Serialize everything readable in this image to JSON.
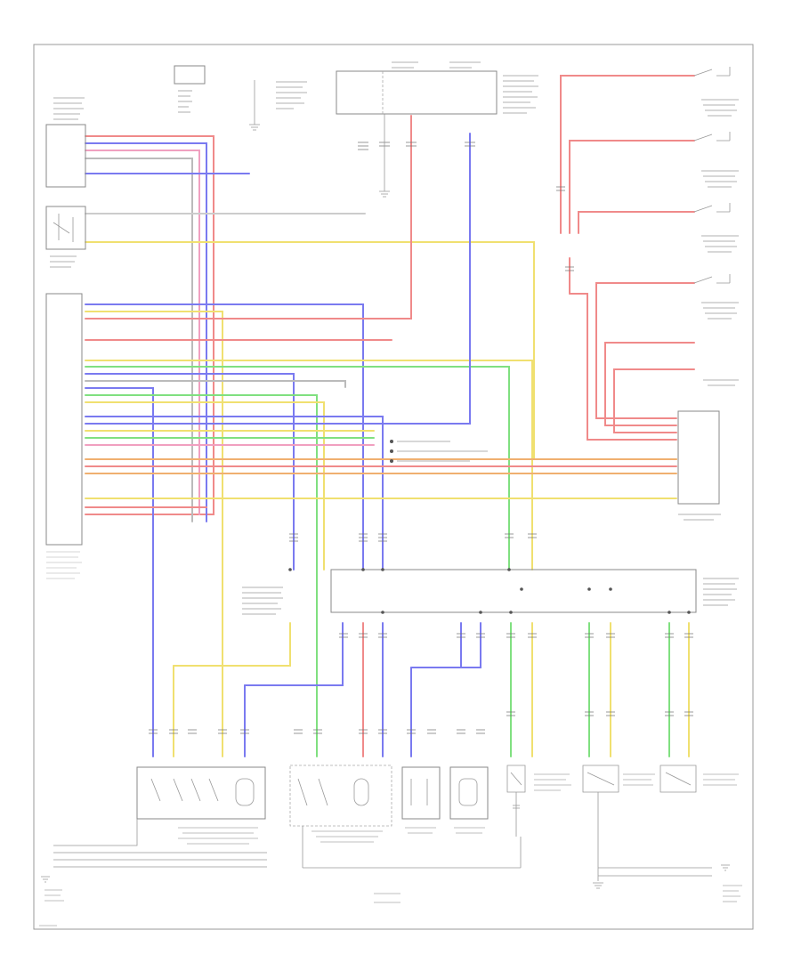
{
  "diagram": {
    "figure_id": "",
    "legend": {
      "items": [
        {
          "dot_color": "#555555",
          "text": ""
        },
        {
          "dot_color": "#555555",
          "text": ""
        },
        {
          "dot_color": "#555555",
          "text": ""
        }
      ],
      "footnotes": [
        "",
        ""
      ]
    },
    "components": [
      {
        "key": "occupant_sensor",
        "label": "",
        "kind": "box"
      },
      {
        "key": "seat_switch",
        "label": "",
        "kind": "switch"
      },
      {
        "key": "connector_block",
        "label": "",
        "kind": "connector"
      },
      {
        "key": "junction_block",
        "label": "",
        "kind": "box"
      },
      {
        "key": "srs_control",
        "label": "",
        "kind": "bus"
      },
      {
        "key": "instrument_panel_jb",
        "label": "",
        "kind": "box"
      },
      {
        "key": "sensor_a",
        "label": "",
        "kind": "sensor"
      },
      {
        "key": "sensor_b",
        "label": "",
        "kind": "sensor"
      },
      {
        "key": "sensor_c",
        "label": "",
        "kind": "sensor"
      },
      {
        "key": "sensor_d",
        "label": "",
        "kind": "sensor"
      },
      {
        "key": "sensor_e",
        "label": "",
        "kind": "sensor"
      },
      {
        "key": "sensor_f",
        "label": "",
        "kind": "sensor"
      },
      {
        "key": "sensor_g",
        "label": "",
        "kind": "sensor"
      }
    ],
    "wire_colors": {
      "red": "#f08a8a",
      "blue": "#7a7af0",
      "yellow": "#f0e070",
      "green": "#80e080",
      "orange": "#f0b070",
      "pink": "#f0a0c0",
      "gray": "#bbbbbb",
      "frame": "#999999"
    }
  }
}
